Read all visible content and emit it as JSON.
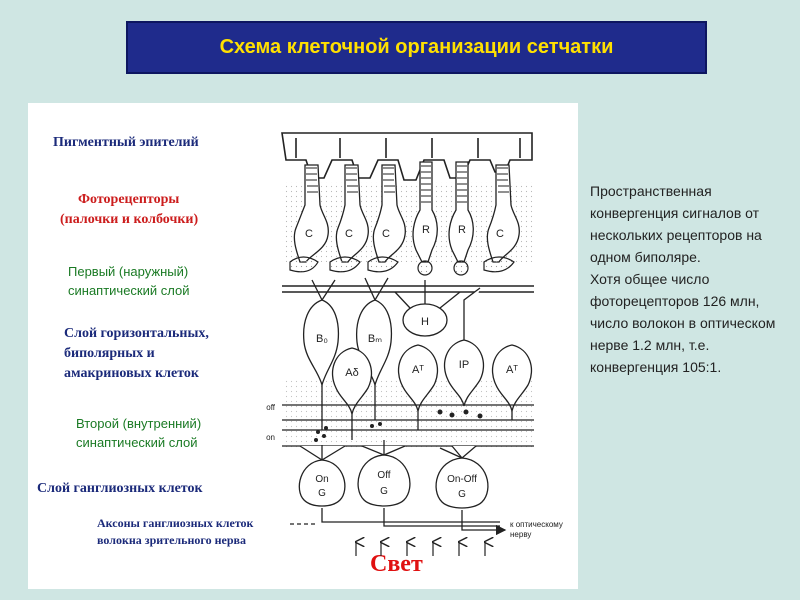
{
  "title": "Схема клеточной организации сетчатки",
  "labels": {
    "pigment": "Пигментный эпителий",
    "photoreceptors_1": "Фоторецепторы",
    "photoreceptors_2": "(палочки и колбочки)",
    "synaptic1_1": "Первый (наружный)",
    "synaptic1_2": "синаптический слой",
    "cells_1": "Слой горизонтальных,",
    "cells_2": "биполярных и",
    "cells_3": "амакриновых клеток",
    "synaptic2_1": "Второй (внутренний)",
    "synaptic2_2": "синаптический слой",
    "ganglion": "Слой ганглиозных клеток",
    "axons_1": "Аксоны ганглиозных клеток",
    "axons_2": "волокна зрительного нерва",
    "light": "Свет",
    "to_nerve_1": "к оптическому",
    "to_nerve_2": "нерву"
  },
  "cell_labels": {
    "receptors": [
      "C",
      "C",
      "C",
      "R",
      "R",
      "C"
    ],
    "horizontal": "H",
    "bipolar_1": "B₀",
    "bipolar_2": "Bₘ",
    "amacrine_1": "Aδ",
    "amacrine_2": "Aᵀ",
    "interplexiform": "IP",
    "amacrine_3": "Aᵀ",
    "ganglion_1_top": "On",
    "ganglion_1_bot": "G",
    "ganglion_2_top": "Off",
    "ganglion_2_bot": "G",
    "ganglion_3_top": "On-Off",
    "ganglion_3_bot": "G",
    "sublamina_off": "off",
    "sublamina_on": "on"
  },
  "side_text": {
    "p1": "Пространственная конвергенция сигналов от нескольких рецепторов на одном биполяре.",
    "p2": "Хотя общее число фоторецепторов 126 млн, число волокон в оптическом нерве 1.2 млн, т.е. конвергенция 105:1."
  }
}
